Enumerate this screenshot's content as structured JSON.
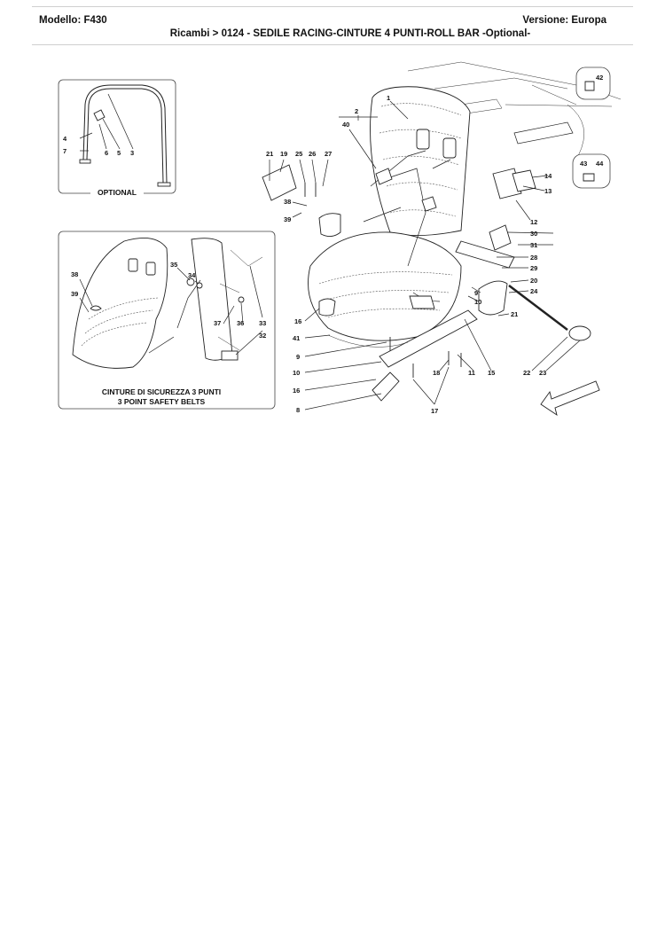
{
  "header": {
    "model": "Modello: F430",
    "version": "Versione: Europa",
    "breadcrumb": "Ricambi > 0124 - SEDILE RACING-CINTURE 4 PUNTI-ROLL BAR -Optional-"
  },
  "diagram": {
    "inset_optional_caption": "OPTIONAL",
    "inset_belts_caption_it": "CINTURE DI SICUREZZA 3 PUNTI",
    "inset_belts_caption_en": "3 POINT SAFETY BELTS",
    "callouts": {
      "c1": "1",
      "c2": "2",
      "c3": "3",
      "c4": "4",
      "c5": "5",
      "c6": "6",
      "c7": "7",
      "c8": "8",
      "c9a": "9",
      "c9b": "9",
      "c10a": "10",
      "c10b": "10",
      "c11": "11",
      "c12": "12",
      "c13": "13",
      "c14": "14",
      "c15": "15",
      "c16a": "16",
      "c16b": "16",
      "c17": "17",
      "c18": "18",
      "c19": "19",
      "c20": "20",
      "c21a": "21",
      "c21b": "21",
      "c22": "22",
      "c23": "23",
      "c24": "24",
      "c25": "25",
      "c26": "26",
      "c27": "27",
      "c28": "28",
      "c29": "29",
      "c30": "30",
      "c31": "31",
      "c32": "32",
      "c33": "33",
      "c34": "34",
      "c35": "35",
      "c36": "36",
      "c37": "37",
      "c38a": "38",
      "c38b": "38",
      "c39a": "39",
      "c39b": "39",
      "c40": "40",
      "c41": "41",
      "c42": "42",
      "c43": "43",
      "c44": "44"
    }
  }
}
